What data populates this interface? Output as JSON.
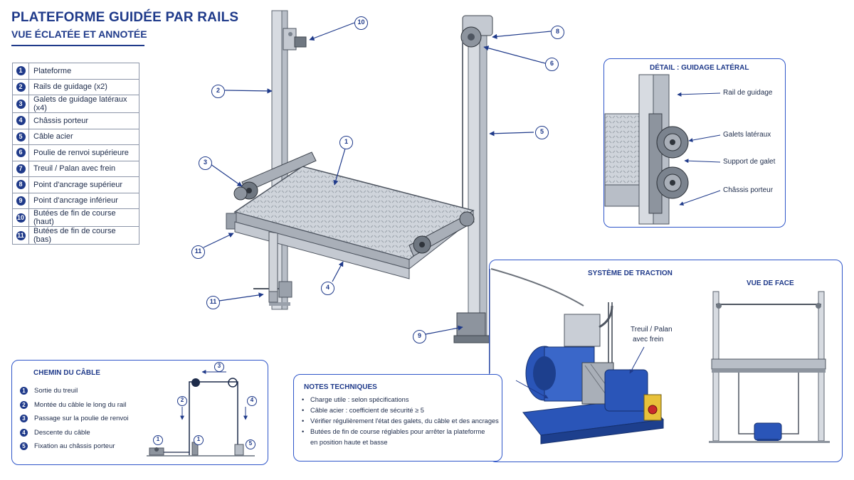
{
  "header": {
    "title": "PLATEFORME GUIDÉE PAR RAILS",
    "subtitle": "VUE ÉCLATÉE ET ANNOTÉE"
  },
  "legend": [
    {
      "num": "1",
      "label": "Plateforme"
    },
    {
      "num": "2",
      "label": "Rails de guidage (x2)"
    },
    {
      "num": "3",
      "label": "Galets de guidage latéraux (x4)"
    },
    {
      "num": "4",
      "label": "Châssis porteur"
    },
    {
      "num": "5",
      "label": "Câble acier"
    },
    {
      "num": "6",
      "label": "Poulie de renvoi supérieure"
    },
    {
      "num": "7",
      "label": "Treuil / Palan avec frein"
    },
    {
      "num": "8",
      "label": "Point d'ancrage supérieur"
    },
    {
      "num": "9",
      "label": "Point d'ancrage inférieur"
    },
    {
      "num": "10",
      "label": "Butées de fin de course (haut)"
    },
    {
      "num": "11",
      "label": "Butées de fin de course (bas)"
    }
  ],
  "main_callouts": [
    "10",
    "8",
    "6",
    "2",
    "5",
    "1",
    "3",
    "11",
    "4",
    "11",
    "9"
  ],
  "detail": {
    "title": "DÉTAIL : GUIDAGE LATÉRAL",
    "labels": [
      "Rail de guidage",
      "Galets latéraux",
      "Support de galet",
      "Châssis porteur"
    ]
  },
  "traction": {
    "title": "SYSTÈME DE TRACTION",
    "winch_label_line1": "Treuil / Palan",
    "winch_label_line2": "avec frein",
    "front_view_title": "VUE DE FACE"
  },
  "cable_path": {
    "title": "CHEMIN DU CÂBLE",
    "steps": [
      {
        "num": "1",
        "label": "Sortie du treuil"
      },
      {
        "num": "2",
        "label": "Montée du câble le long du rail"
      },
      {
        "num": "3",
        "label": "Passage sur la poulie de renvoi"
      },
      {
        "num": "4",
        "label": "Descente du câble"
      },
      {
        "num": "5",
        "label": "Fixation au châssis porteur"
      }
    ],
    "diagram_badges": [
      "3",
      "2",
      "4",
      "1",
      "1",
      "5"
    ]
  },
  "notes": {
    "title": "NOTES TECHNIQUES",
    "items": [
      "Charge utile : selon spécifications",
      "Câble acier : coefficient de sécurité ≥ 5",
      "Vérifier régulièrement l'état des galets, du câble et des ancrages",
      "Butées de fin de course réglables pour arrêter la plateforme",
      "en position haute et basse"
    ]
  },
  "colors": {
    "accent": "#1f3a8a",
    "panel_border": "#2f56c9",
    "motor_blue": "#2a55b8",
    "metal": "#c9ced6"
  }
}
